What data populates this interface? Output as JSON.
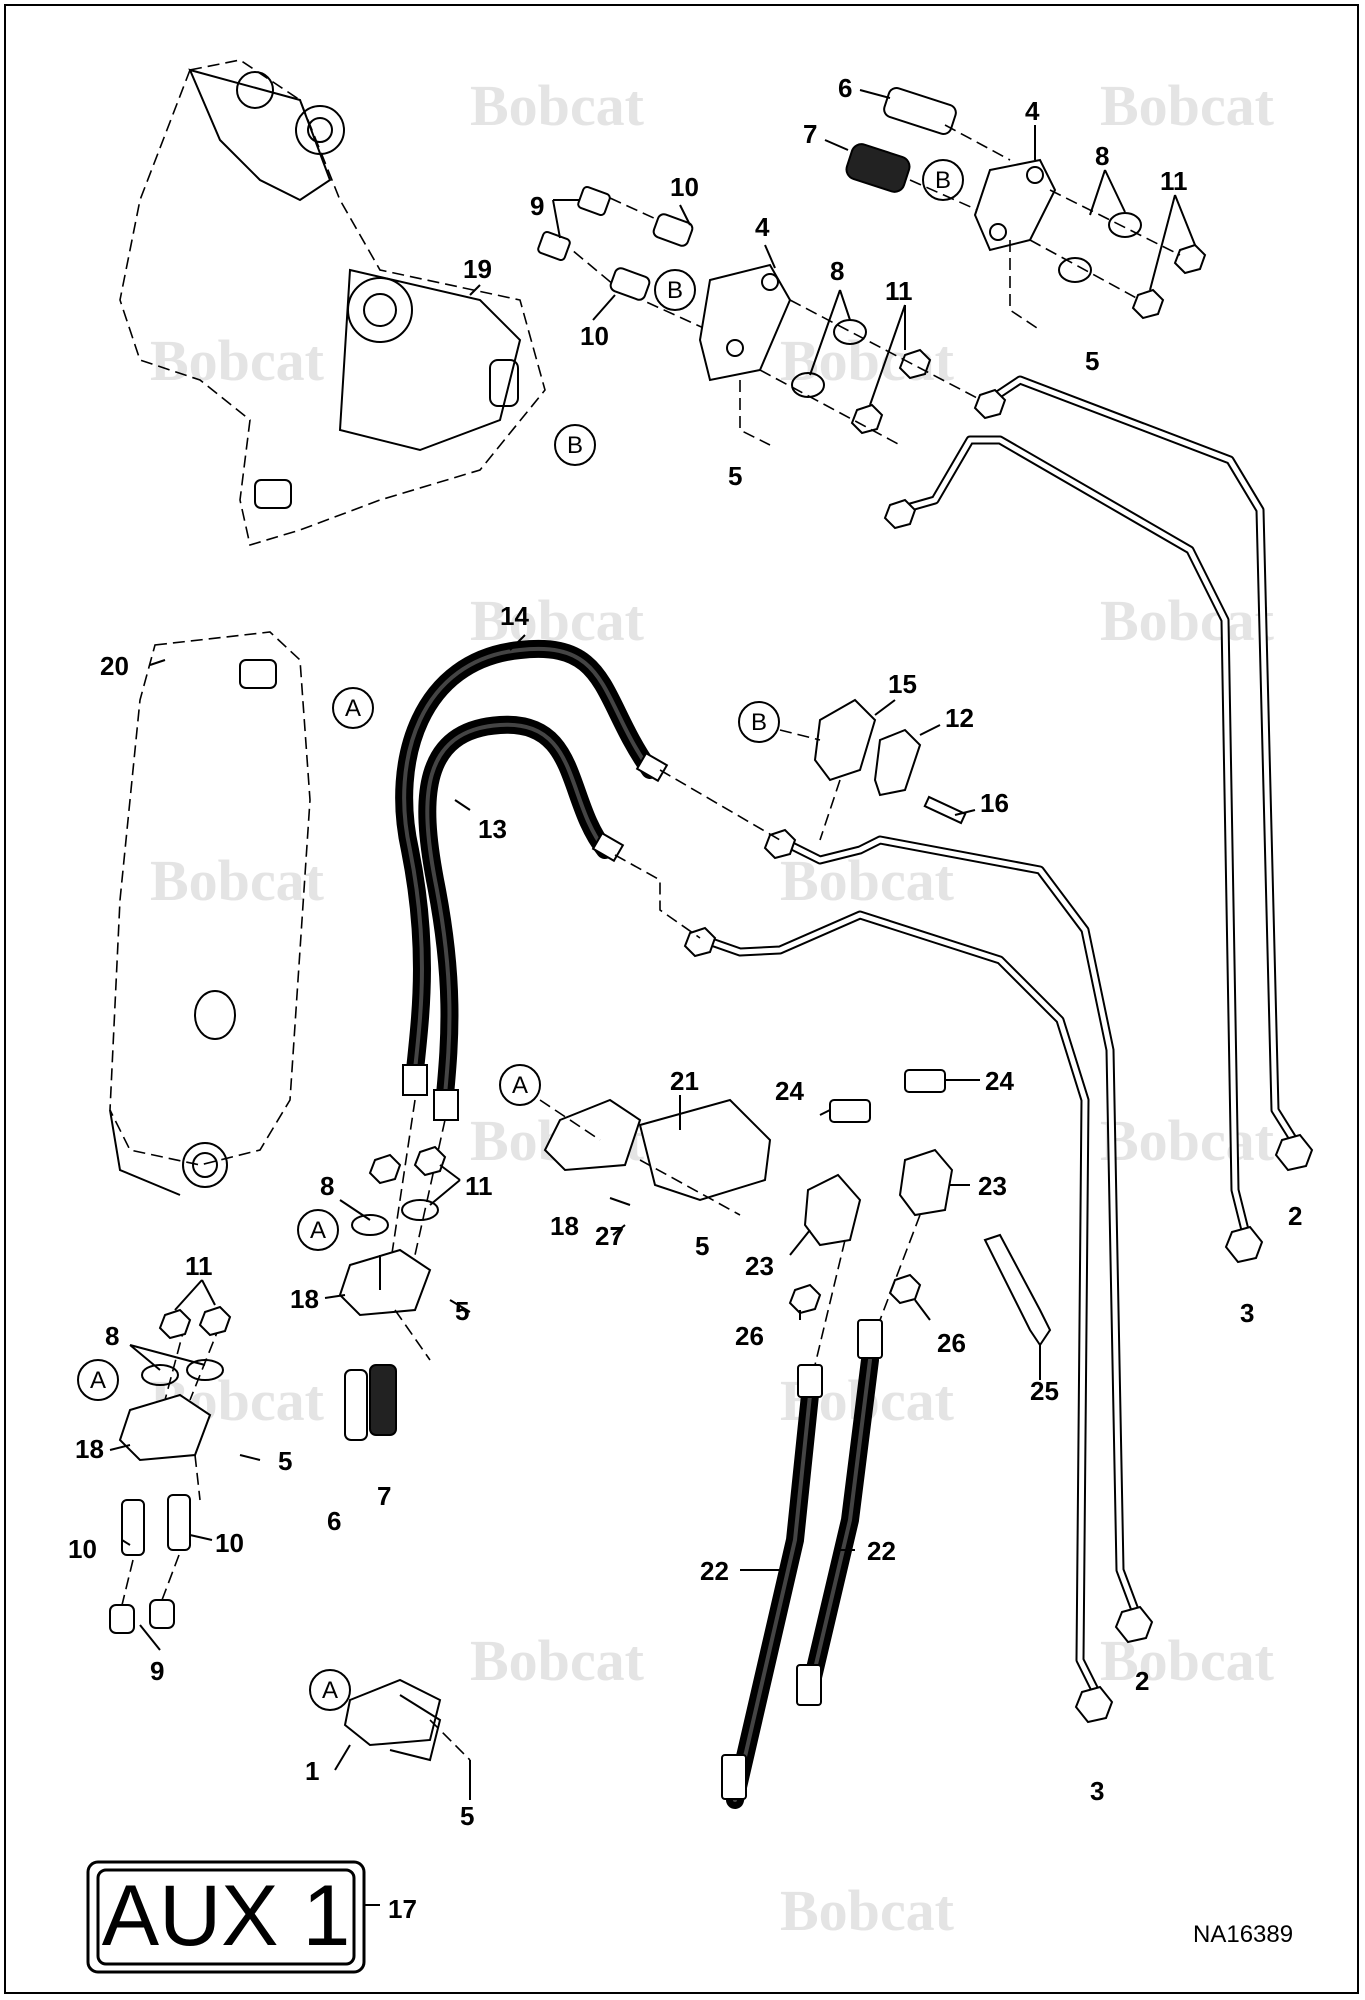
{
  "callouts": {
    "c1": "1",
    "c2a": "2",
    "c2b": "2",
    "c3a": "3",
    "c3b": "3",
    "c4a": "4",
    "c4b": "4",
    "c5a": "5",
    "c5b": "5",
    "c5c": "5",
    "c5d": "5",
    "c5e": "5",
    "c5f": "5",
    "c6a": "6",
    "c6b": "6",
    "c7a": "7",
    "c7b": "7",
    "c8a": "8",
    "c8b": "8",
    "c8c": "8",
    "c8d": "8",
    "c9a": "9",
    "c9b": "9",
    "c10a": "10",
    "c10b": "10",
    "c10c": "10",
    "c10d": "10",
    "c11a": "11",
    "c11b": "11",
    "c11c": "11",
    "c11d": "11",
    "c12": "12",
    "c13": "13",
    "c14": "14",
    "c15": "15",
    "c16": "16",
    "c17": "17",
    "c18a": "18",
    "c18b": "18",
    "c18c": "18",
    "c19": "19",
    "c20": "20",
    "c21": "21",
    "c22a": "22",
    "c22b": "22",
    "c23a": "23",
    "c23b": "23",
    "c24a": "24",
    "c24b": "24",
    "c25": "25",
    "c26a": "26",
    "c26b": "26",
    "c27": "27"
  },
  "refs": {
    "rA1": "A",
    "rA2": "A",
    "rA3": "A",
    "rA4": "A",
    "rA5": "A",
    "rB1": "B",
    "rB2": "B",
    "rB3": "B",
    "rB4": "B"
  },
  "decal_text": "AUX 1",
  "drawing_code": "NA16389",
  "watermark": "Bobcat"
}
